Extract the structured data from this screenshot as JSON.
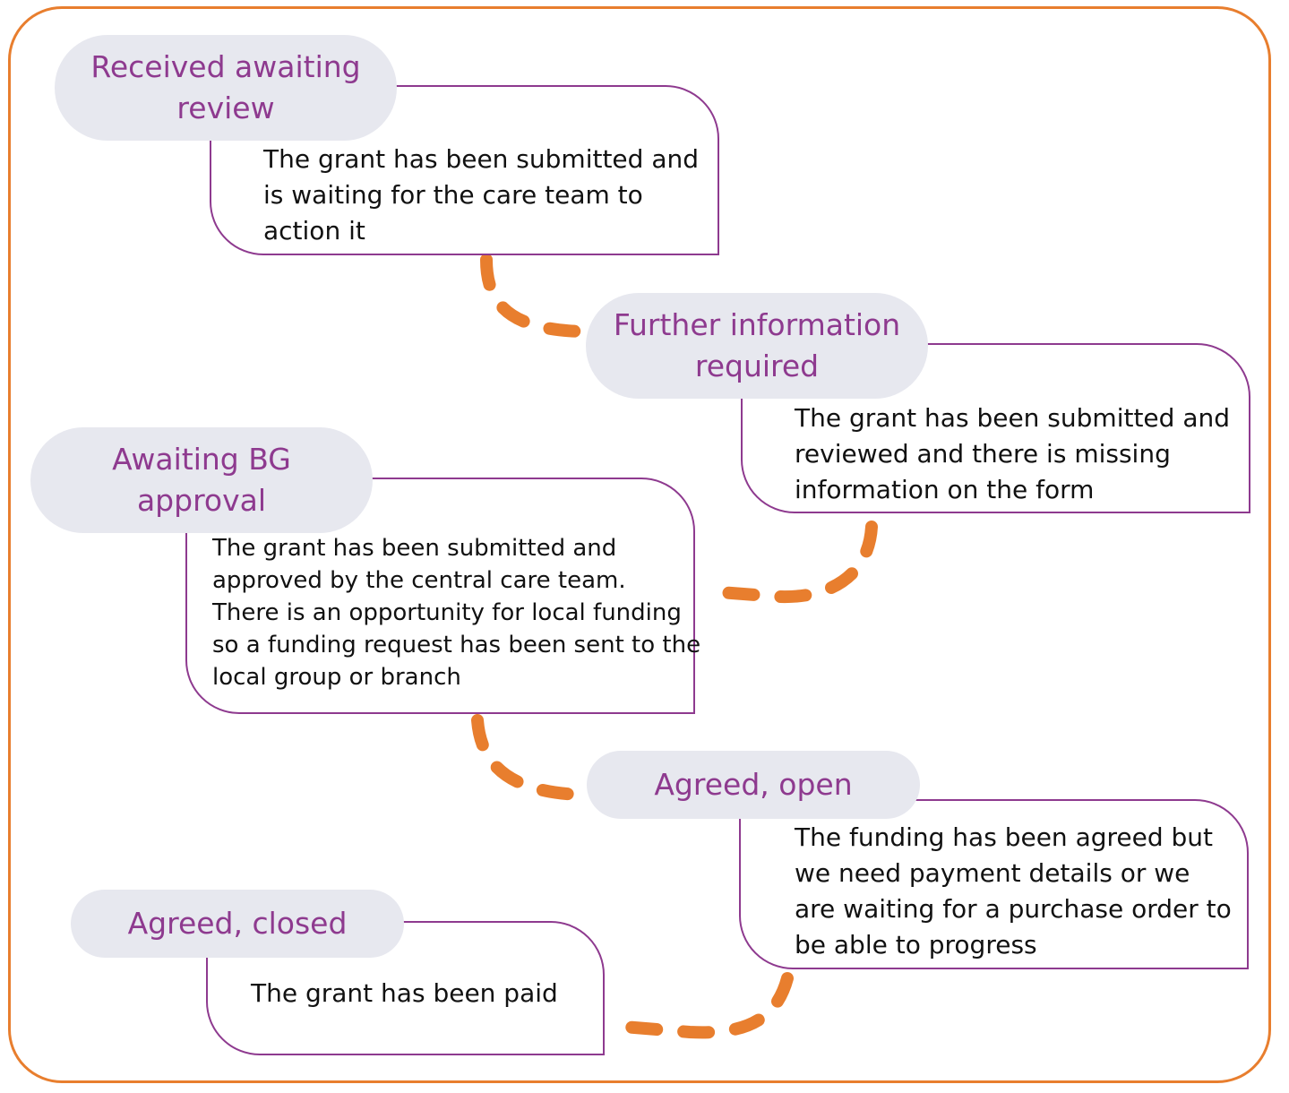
{
  "colors": {
    "frame": "#E87E2E",
    "connector": "#E87E2E",
    "box_border": "#8E3A8F",
    "pill_fill": "#E7E8EF",
    "pill_text": "#8E3A8F",
    "body_text": "#111111"
  },
  "stages": [
    {
      "title": "Received awaiting\nreview",
      "description": "The grant has been submitted and\nis waiting for the care team to\naction it"
    },
    {
      "title": "Further information\nrequired",
      "description": "The grant has been submitted and\nreviewed and there is missing\ninformation on the form"
    },
    {
      "title": "Awaiting BG\napproval",
      "description": "The grant has been submitted and\napproved by the central care team.\n There is an opportunity for local funding\nso a funding request has been sent to the\nlocal group or branch"
    },
    {
      "title": "Agreed, open",
      "description": "The funding has been agreed but\nwe need payment details or we\nare waiting for a purchase order to\nbe able to progress"
    },
    {
      "title": "Agreed, closed",
      "description": "The grant has been paid"
    }
  ]
}
